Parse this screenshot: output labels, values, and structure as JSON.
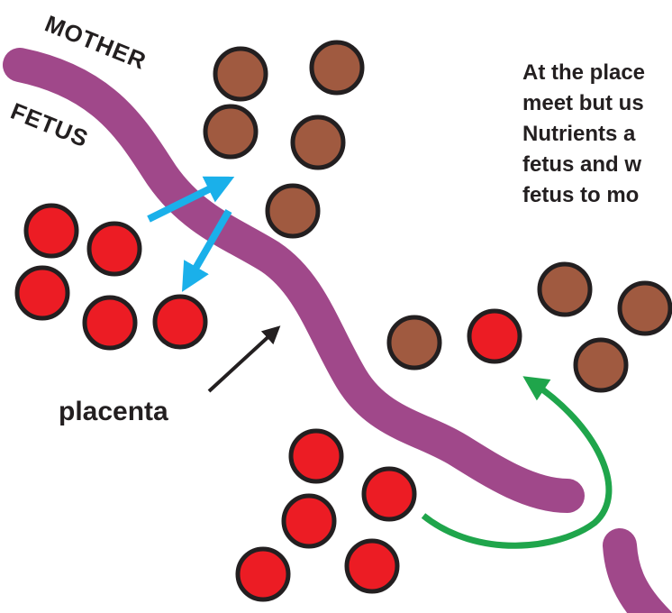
{
  "labels": {
    "mother": "MOTHER",
    "fetus": "FETUS",
    "placenta": "placenta"
  },
  "caption_lines": [
    "At the place",
    "meet but us",
    "Nutrients a",
    "fetus and w",
    "fetus to mo"
  ],
  "colors": {
    "placenta": "#a0488a",
    "mother_blood": "#a05a40",
    "fetal_blood": "#ec1c24",
    "cell_outline": "#231f20",
    "exchange_arrows": "#1ab0ea",
    "flow_arrow": "#1fa54b",
    "pointer_arrow": "#231f20"
  },
  "icons": {
    "mother_cell": "brown-circle",
    "fetal_cell": "red-circle"
  }
}
